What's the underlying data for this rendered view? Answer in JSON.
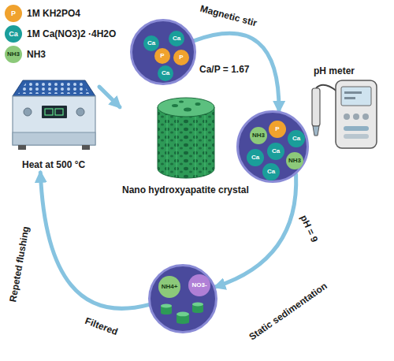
{
  "diagram": {
    "nodes": [
      {
        "text": [
          "Ca",
          "Ca",
          "P",
          "P",
          "Ca"
        ]
      },
      {
        "text": [
          "NH3",
          "P",
          "Ca",
          "Ca",
          "Ca",
          "NH3",
          "Ca"
        ]
      },
      {
        "text": [
          "NH4+",
          "NO3-"
        ]
      },
      {
        "text": [
          "Heat at 500 °C"
        ]
      },
      {
        "text": [
          "Nano hydroxyapatite crystal"
        ]
      }
    ],
    "edges": [
      {
        "from": 0,
        "to": 1,
        "label": "Magnetic stir",
        "arrow": "to"
      },
      {
        "from": 1,
        "to": 2,
        "label": "pH = 9",
        "arrow": "to"
      },
      {
        "from": 2,
        "to": 3,
        "label": "Filtered",
        "arrow": "to"
      },
      {
        "from": 3,
        "to": 4,
        "arrow": "to"
      }
    ],
    "labels": [
      "P",
      "Ca",
      "NH3",
      "Ca/P = 1.67",
      "pH meter",
      "Static sedimentation",
      "Repeted flushing"
    ],
    "legend": [
      {
        "text": "1M KH2PO4",
        "color": "#f0a22e"
      },
      {
        "text": "1M Ca(NO3)2 ·4H2O",
        "color": "#1a9e9a"
      },
      {
        "text": "NH3",
        "color": "#8cc97a"
      }
    ]
  }
}
